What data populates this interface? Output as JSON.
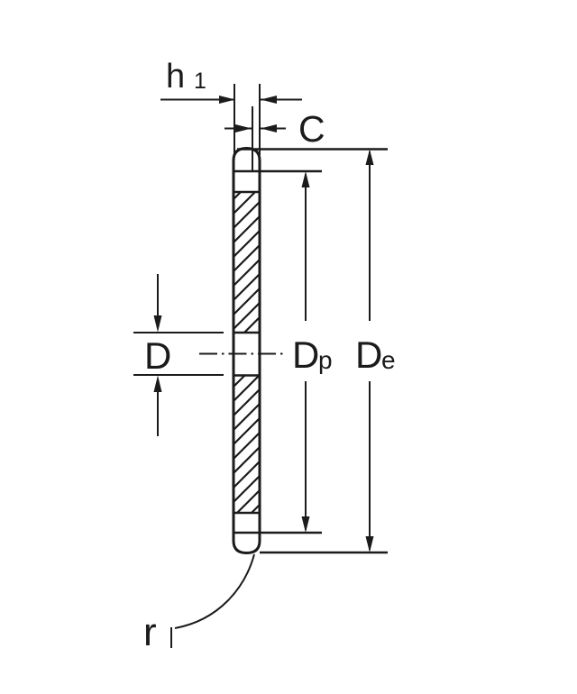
{
  "figure": {
    "colors": {
      "ink": "#1b1b1b",
      "paper": "#ffffff"
    },
    "labels": {
      "h1": {
        "base": "h",
        "sub": "1"
      },
      "c": {
        "base": "C"
      },
      "d": {
        "base": "D"
      },
      "dp": {
        "base": "D",
        "sub": "p"
      },
      "de": {
        "base": "D",
        "sub": "e"
      },
      "r": {
        "base": "r"
      }
    }
  }
}
